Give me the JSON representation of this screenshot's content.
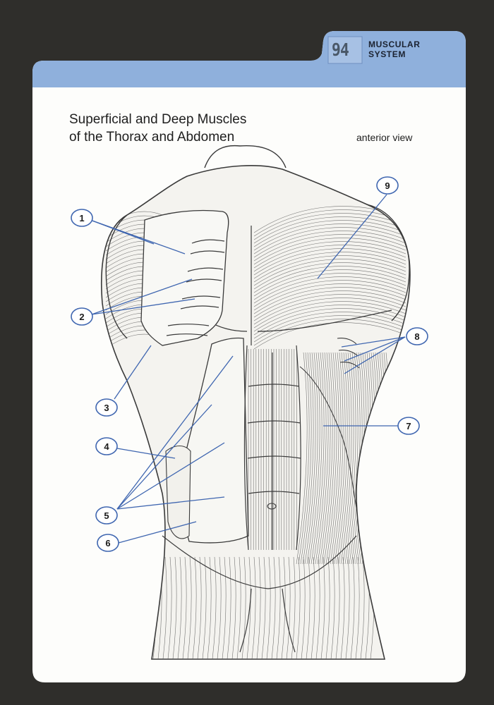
{
  "tab": {
    "number": "94",
    "section_line1": "MUSCULAR",
    "section_line2": "SYSTEM"
  },
  "title": {
    "line1": "Superficial and Deep Muscles",
    "line2": "of the Thorax and Abdomen"
  },
  "view_label": "anterior view",
  "labels": [
    "1",
    "2",
    "3",
    "4",
    "5",
    "6",
    "7",
    "8",
    "9"
  ],
  "colors": {
    "tab_blue": "#8fb0dc",
    "callout_blue": "#3f66b0",
    "ink": "#333333",
    "card": "#fdfdfb",
    "background": "#2f2e2b"
  }
}
